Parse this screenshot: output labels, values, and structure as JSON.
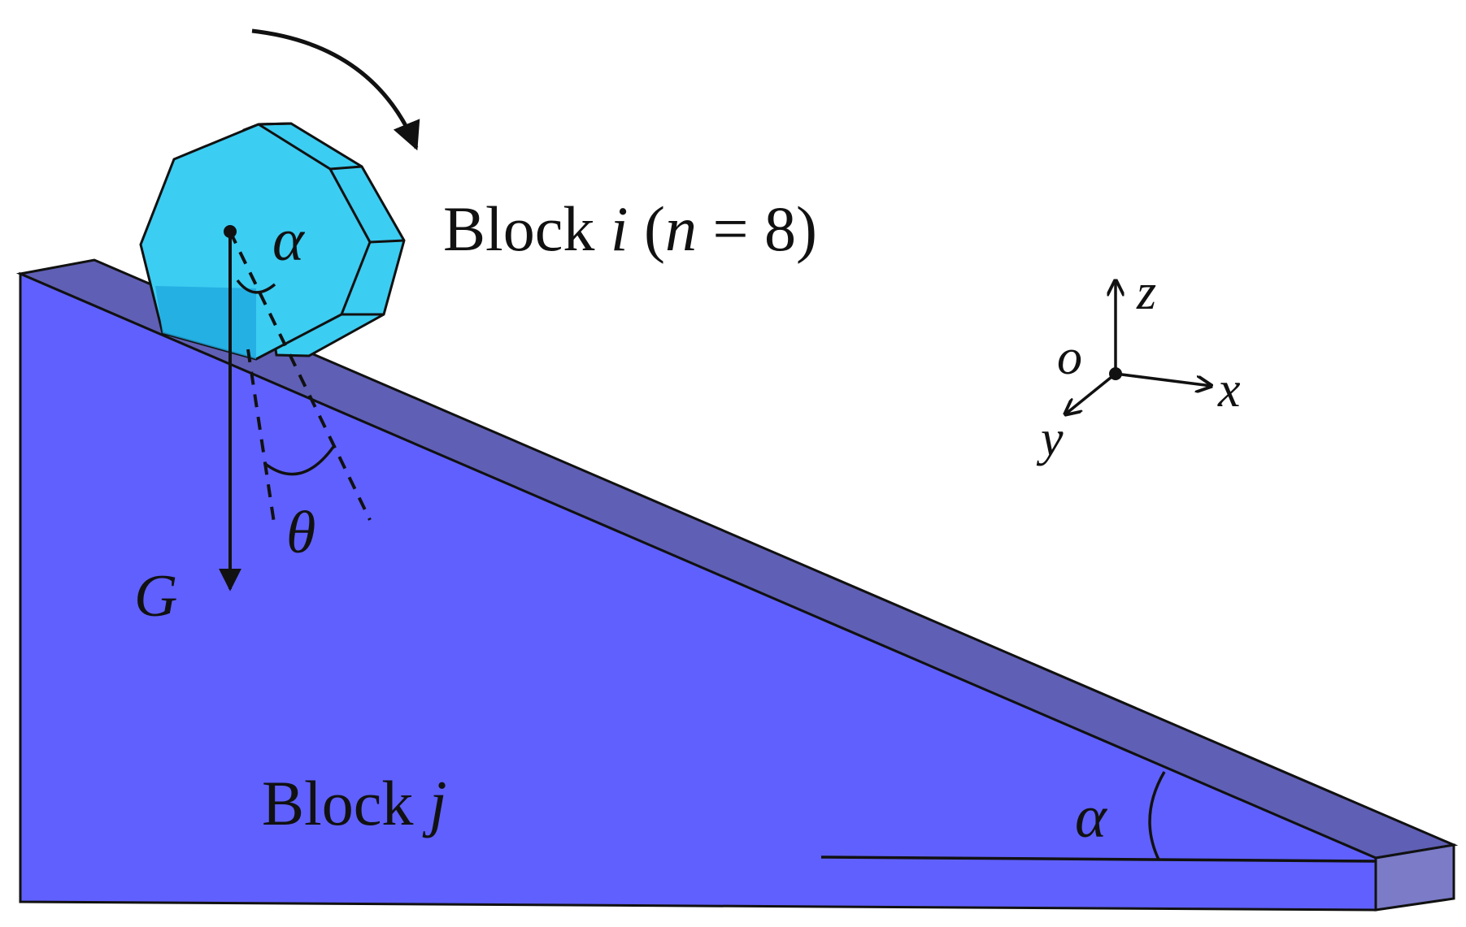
{
  "labels": {
    "block_i": {
      "word": "Block",
      "var": "i",
      "open": "(",
      "n": "n",
      "eq": "= 8)"
    },
    "block_j": {
      "word": "Block",
      "var": "j"
    },
    "alpha_top": "α",
    "alpha_bottom": "α",
    "theta": "θ",
    "gravity": "G"
  },
  "axes": {
    "z": "z",
    "o": "o",
    "x": "x",
    "y": "y"
  },
  "colors": {
    "ramp_face": "#6060ff",
    "ramp_top": "#5f5fb5",
    "ramp_end": "#7b7bc8",
    "block_face": "#3ccdf2",
    "block_dark": "#1fa9e0",
    "stroke": "#111111"
  },
  "block_i_sides": 8
}
